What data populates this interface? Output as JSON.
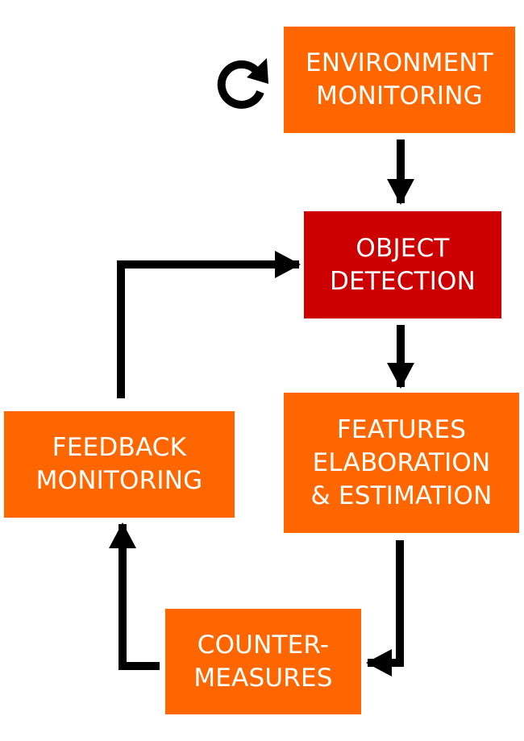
{
  "colors": {
    "box": "#ff6600",
    "highlight_box": "#cc0000",
    "text": "#ffffff",
    "arrow": "#000000"
  },
  "nodes": {
    "environment_monitoring": {
      "label": "ENVIRONMENT\nMONITORING",
      "icon": "refresh-cycle-icon"
    },
    "object_detection": {
      "label": "OBJECT\nDETECTION"
    },
    "features_elaboration": {
      "label": "FEATURES\nELABORATION\n& ESTIMATION"
    },
    "feedback_monitoring": {
      "label": "FEEDBACK\nMONITORING"
    },
    "counter_measures": {
      "label": "COUNTER-\nMEASURES"
    }
  },
  "edges": [
    {
      "from": "environment_monitoring",
      "to": "object_detection"
    },
    {
      "from": "object_detection",
      "to": "features_elaboration"
    },
    {
      "from": "features_elaboration",
      "to": "counter_measures"
    },
    {
      "from": "counter_measures",
      "to": "feedback_monitoring"
    },
    {
      "from": "feedback_monitoring",
      "to": "object_detection"
    }
  ]
}
